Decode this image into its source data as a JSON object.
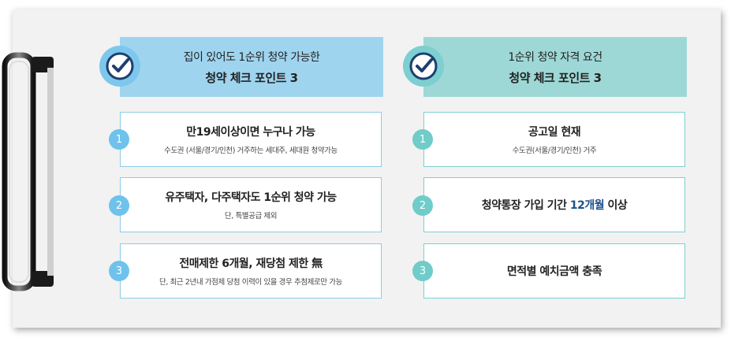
{
  "left": {
    "header_line1": "집이 있어도 1순위 청약 가능한",
    "header_line2": "청약 체크 포인트 3",
    "items": [
      {
        "num": "1",
        "title": "만19세이상이면 누구나 가능",
        "sub": "수도권 (서울/경기/인천) 거주하는 세대주, 세대원 청약가능"
      },
      {
        "num": "2",
        "title": "유주택자, 다주택자도 1순위 청약 가능",
        "sub": "단, 특별공급 제외"
      },
      {
        "num": "3",
        "title": "전매제한 6개월, 재당첨 제한 無",
        "sub": "단, 최근 2년내 가점제 당첨 이력이 있을 경우 추첨제로만 가능"
      }
    ]
  },
  "right": {
    "header_line1": "1순위 청약 자격 요건",
    "header_line2": "청약 체크 포인트 3",
    "items": [
      {
        "num": "1",
        "title": "공고일 현재",
        "sub": "수도권(서울/경기/인천) 거주"
      },
      {
        "num": "2",
        "title_pre": "청약통장 가입 기간 ",
        "title_hl": "12개월",
        "title_post": " 이상"
      },
      {
        "num": "3",
        "title": "면적별 예치금액 충족"
      }
    ]
  },
  "icons": {
    "check": "check-circle-icon",
    "clip": "clipboard-clip-icon"
  },
  "colors": {
    "left_header": "#9fd4ef",
    "right_header": "#9ed8d6",
    "highlight": "#1c4f8c"
  }
}
